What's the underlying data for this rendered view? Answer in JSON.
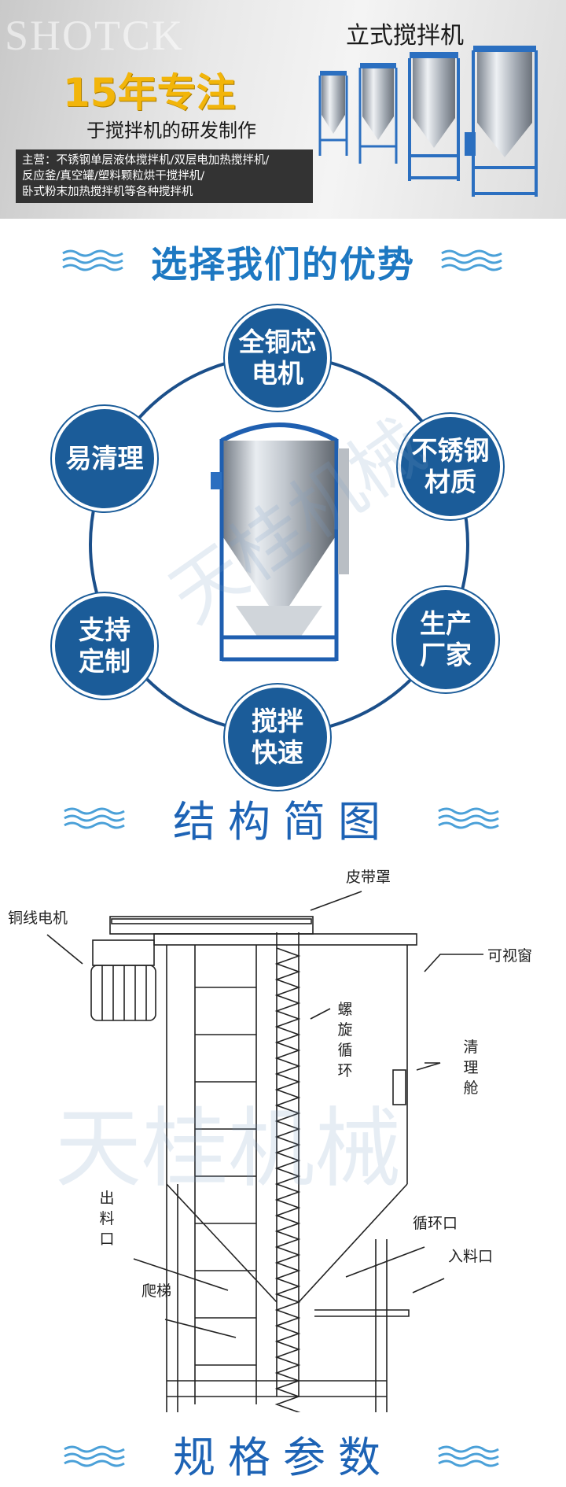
{
  "banner": {
    "watermark": "SHOTCK",
    "product_title": "立式搅拌机",
    "years_title": "15年专注",
    "years_subtitle": "于搅拌机的研发制作",
    "main_business": [
      "主营：不锈钢单层液体搅拌机/双层电加热搅拌机/",
      "反应釜/真空罐/塑料颗粒烘干搅拌机/",
      "卧式粉末加热搅拌机等各种搅拌机"
    ]
  },
  "advantages": {
    "title": "选择我们的优势",
    "items": [
      {
        "label": "全铜芯\n电机"
      },
      {
        "label": "不锈钢\n材质"
      },
      {
        "label": "生产\n厂家"
      },
      {
        "label": "搅拌\n快速"
      },
      {
        "label": "支持\n定制"
      },
      {
        "label": "易清理"
      }
    ],
    "watermark": "天桂机械"
  },
  "structure": {
    "title": "结构简图",
    "labels": {
      "belt_cover": "皮带罩",
      "motor": "铜线电机",
      "sight_window": "可视窗",
      "spiral": "螺旋循环",
      "cleaning_hatch": "清理舱",
      "outlet": "出料口",
      "circulation_port": "循环口",
      "inlet": "入料口",
      "ladder": "爬梯"
    },
    "watermark": "天桂机械"
  },
  "specs": {
    "title": "规格参数"
  },
  "colors": {
    "brand_blue": "#1b5c99",
    "title_blue": "#1d78c2",
    "accent_yellow": "#f2b50a"
  }
}
